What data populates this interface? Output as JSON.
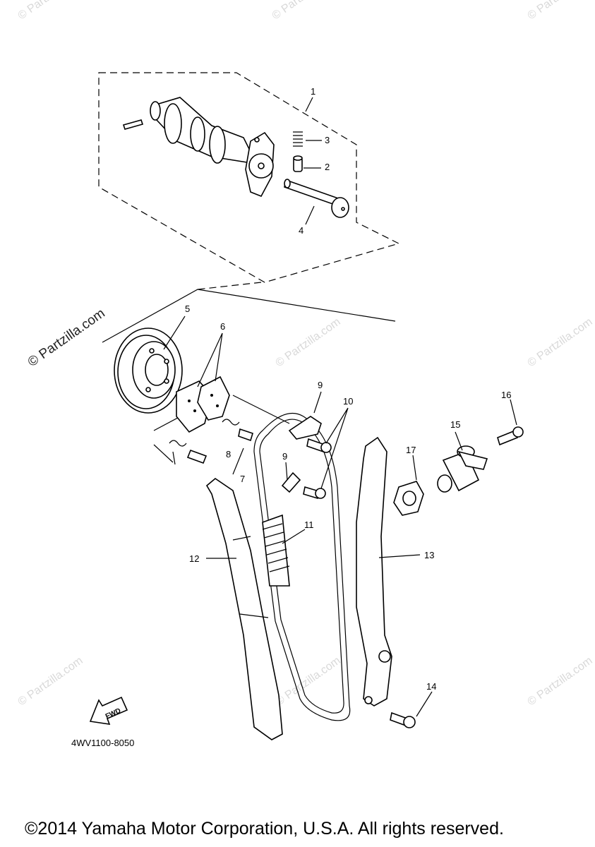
{
  "callouts": [
    {
      "id": "1",
      "text": "1"
    },
    {
      "id": "2",
      "text": "2"
    },
    {
      "id": "3",
      "text": "3"
    },
    {
      "id": "4",
      "text": "4"
    },
    {
      "id": "5",
      "text": "5"
    },
    {
      "id": "6",
      "text": "6"
    },
    {
      "id": "7",
      "text": "7"
    },
    {
      "id": "8",
      "text": "8"
    },
    {
      "id": "9a",
      "text": "9"
    },
    {
      "id": "9b",
      "text": "9"
    },
    {
      "id": "10",
      "text": "10"
    },
    {
      "id": "11",
      "text": "11"
    },
    {
      "id": "12",
      "text": "12"
    },
    {
      "id": "13",
      "text": "13"
    },
    {
      "id": "14",
      "text": "14"
    },
    {
      "id": "15",
      "text": "15"
    },
    {
      "id": "16",
      "text": "16"
    },
    {
      "id": "17",
      "text": "17"
    }
  ],
  "fwd_label": "FWD",
  "diagram_code": "4WV1100-8050",
  "watermark": "© Partzilla.com",
  "copyright": "©2014 Yamaha Motor Corporation, U.S.A. All rights reserved."
}
